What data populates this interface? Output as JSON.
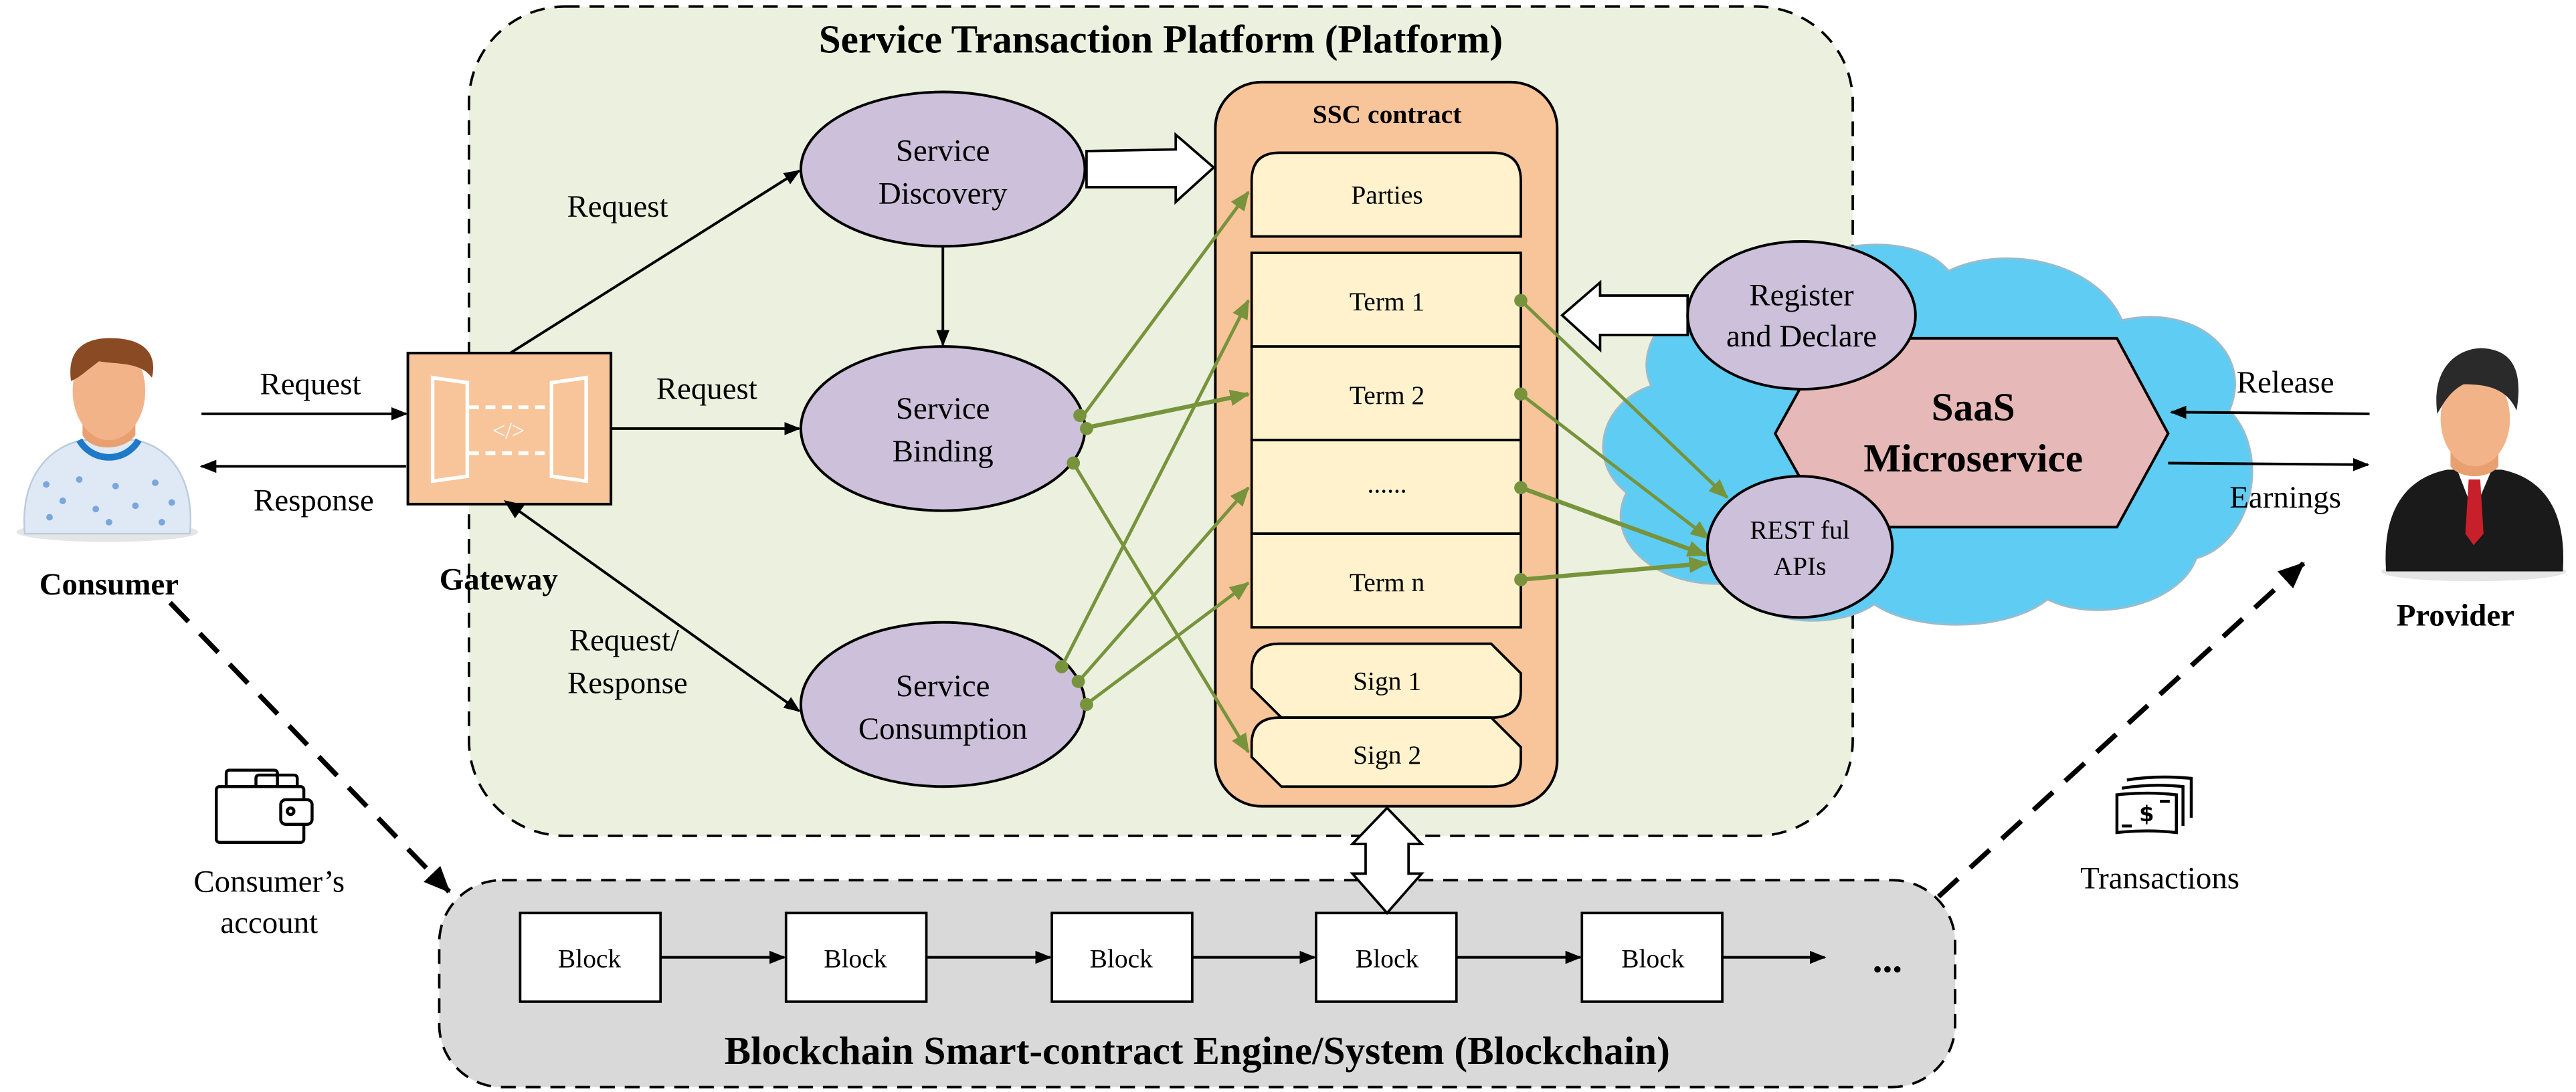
{
  "platform": {
    "title": "Service Transaction Platform (Platform)",
    "colors": {
      "background": "#EBF1DE",
      "border": "#000000"
    }
  },
  "blockchain": {
    "title": "Blockchain Smart-contract Engine/System (Blockchain)",
    "blocks": [
      "Block",
      "Block",
      "Block",
      "Block",
      "Block"
    ],
    "ellipsis": "...",
    "colors": {
      "background": "#D9D9D9"
    }
  },
  "actors": {
    "consumer": {
      "label": "Consumer",
      "icon": "person-icon"
    },
    "provider": {
      "label": "Provider",
      "icon": "businessman-icon"
    }
  },
  "gateway": {
    "label": "Gateway",
    "icon": "api-gateway-icon",
    "glyph": "</>",
    "color": "#F8C49A"
  },
  "services": {
    "discovery": [
      "Service",
      "Discovery"
    ],
    "binding": [
      "Service",
      "Binding"
    ],
    "consumption": [
      "Service",
      "Consumption"
    ],
    "register": [
      "Register",
      "and Declare"
    ],
    "restful": [
      "REST ful",
      "APIs"
    ],
    "color": "#CCC0DA"
  },
  "ssc": {
    "title": "SSC contract",
    "parties": "Parties",
    "terms": [
      "Term 1",
      "Term 2",
      "......",
      "Term n"
    ],
    "signs": [
      "Sign 1",
      "Sign 2"
    ],
    "colors": {
      "container": "#F8C49A",
      "item": "#FFF2CC",
      "link": "#77933C"
    }
  },
  "saas": {
    "line1": "SaaS",
    "line2": "Microservice",
    "hex_color": "#E6B9B8",
    "cloud_color": "#5FCDF3"
  },
  "edges": {
    "consumer_request": "Request",
    "consumer_response": "Response",
    "gw_discovery": "Request",
    "gw_binding": "Request",
    "gw_consumption_1": "Request/",
    "gw_consumption_2": "Response",
    "provider_release": "Release",
    "provider_earnings": "Earnings"
  },
  "accounts": {
    "consumer_account": [
      "Consumer’s",
      "account"
    ],
    "consumer_account_icon": "wallet-icon",
    "transactions": "Transactions",
    "transactions_icon": "money-icon"
  }
}
